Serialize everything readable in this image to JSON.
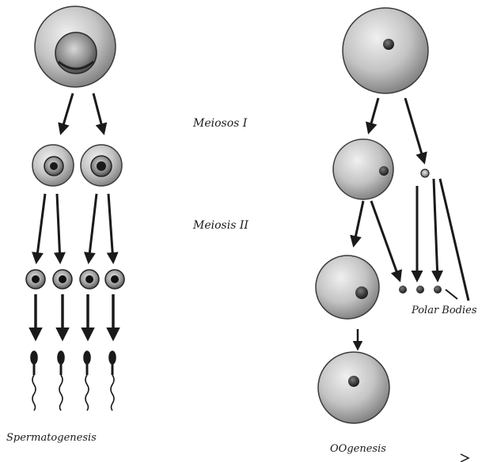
{
  "labels": {
    "meiosis_1": "Meiosos I",
    "meiosis_2": "Meiosis II",
    "polar_bodies": "Polar Bodies",
    "spermatogenesis": "Spermatogenesis",
    "oogenesis": "OOgenesis"
  },
  "colors": {
    "ink": "#1a1a1a",
    "cell_light": "#e6e6e6",
    "cell_mid": "#b5b5b5",
    "cell_dark": "#6f6f6f",
    "background": "#ffffff"
  }
}
